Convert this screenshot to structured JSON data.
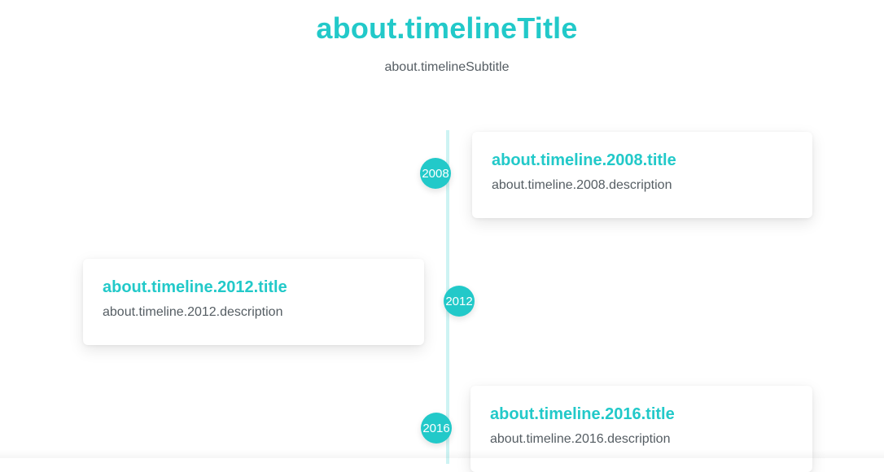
{
  "header": {
    "title": "about.timelineTitle",
    "subtitle": "about.timelineSubtitle"
  },
  "timeline": {
    "items": [
      {
        "year": "2008",
        "title": "about.timeline.2008.title",
        "description": "about.timeline.2008.description",
        "side": "right"
      },
      {
        "year": "2012",
        "title": "about.timeline.2012.title",
        "description": "about.timeline.2012.description",
        "side": "left"
      },
      {
        "year": "2016",
        "title": "about.timeline.2016.title",
        "description": "about.timeline.2016.description",
        "side": "right"
      }
    ]
  },
  "colors": {
    "accent": "#22c9c9",
    "line": "#cdf3f3",
    "text": "#555d63"
  }
}
